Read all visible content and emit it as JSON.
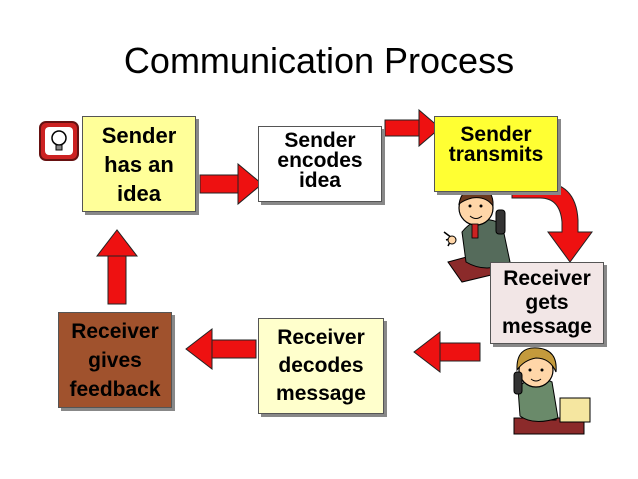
{
  "title": "Communication Process",
  "colors": {
    "sender_idea": "#ffff99",
    "encodes": "#ffffff",
    "transmits": "#ffff33",
    "gets": "#f2e6e6",
    "decodes": "#ffffcc",
    "feedback": "#a0522d",
    "arrow": "#ee1111",
    "bulb_bg": "#cc2222"
  },
  "steps": {
    "sender_idea": [
      "Sender",
      "has an",
      "idea"
    ],
    "encodes": [
      "Sender",
      "encodes",
      "idea"
    ],
    "transmits": [
      "Sender",
      "transmits"
    ],
    "gets": [
      "Receiver",
      "gets",
      "message"
    ],
    "decodes": [
      "Receiver",
      "decodes",
      "message"
    ],
    "feedback": [
      "Receiver",
      "gives",
      "feedback"
    ]
  },
  "icons": {
    "idea": "lightbulb-icon",
    "sender_person": "businessman-phone-icon",
    "receiver_person": "woman-phone-icon"
  }
}
